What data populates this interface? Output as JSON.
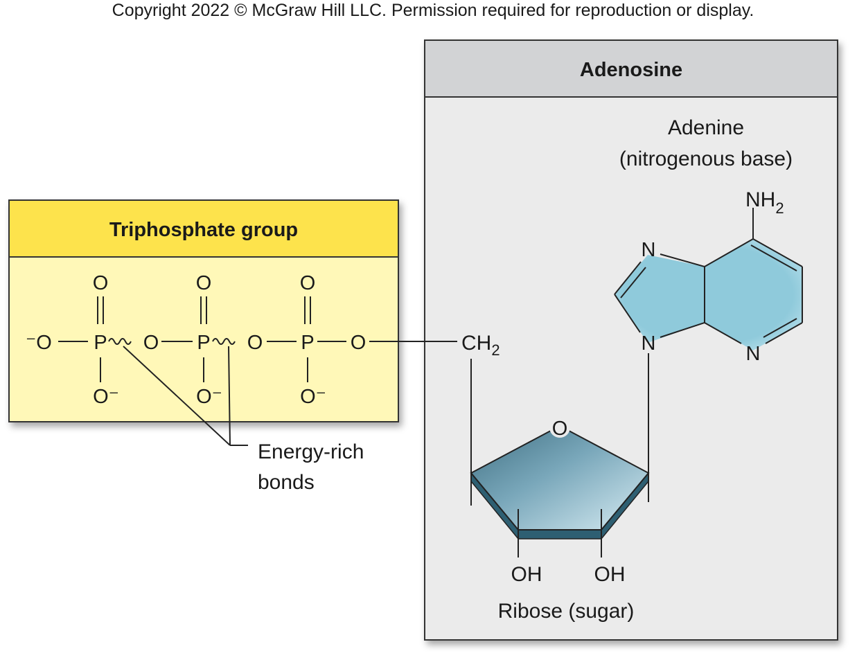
{
  "copyright": "Copyright 2022 © McGraw Hill LLC. Permission required for reproduction or display.",
  "adenosine": {
    "title": "Adenosine",
    "adenine_label_line1": "Adenine",
    "adenine_label_line2": "(nitrogenous base)",
    "nh2": "NH",
    "nh2_sub": "2",
    "n1": "N",
    "n2": "N",
    "n3": "N",
    "ribose_o": "O",
    "oh1": "OH",
    "oh2": "OH",
    "ribose_label": "Ribose (sugar)",
    "ch2": "CH",
    "ch2_sub": "2"
  },
  "triphosphate": {
    "title": "Triphosphate group",
    "o_minus_left": "⁻O",
    "o_top": "O",
    "p": "P",
    "o_bridge": "O",
    "o_minus": "O⁻",
    "o_end": "O"
  },
  "energy_label_line1": "Energy-rich",
  "energy_label_line2": "bonds",
  "colors": {
    "adenosine_header": "#d2d3d5",
    "adenosine_body": "#ebebeb",
    "triphosphate_header": "#fde34c",
    "triphosphate_body": "#fff8b8",
    "base_fill": "#8fcadb",
    "ribose_fill": "#5d8fa3"
  }
}
